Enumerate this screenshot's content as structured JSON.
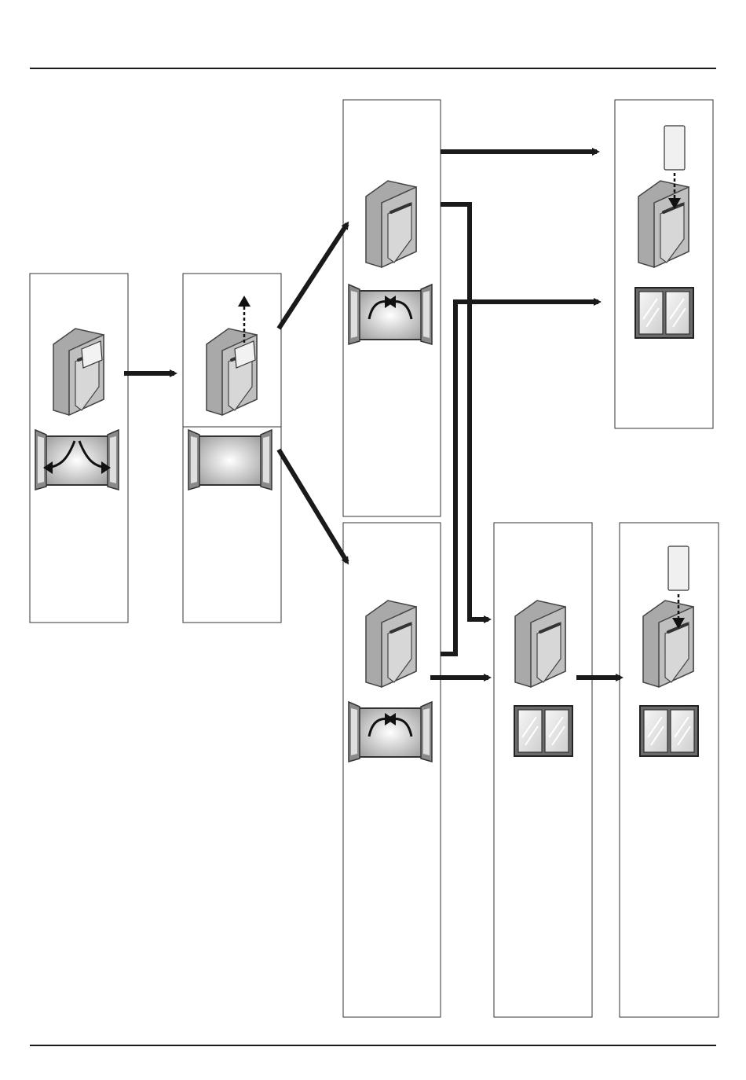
{
  "page": {
    "title": "",
    "background_color": "#ffffff",
    "line_color": "#1a1a1a",
    "switch_fill": "#bdbdbd",
    "switch_face": "#d4d4d4",
    "window_frame": "#555555",
    "glass_color": "#e8e8e8"
  },
  "panels": [
    {
      "id": "p1",
      "switch_state": "card-inserted",
      "window_state": "opening-outward"
    },
    {
      "id": "p2",
      "switch_state": "card-removed",
      "window_state": "open"
    },
    {
      "id": "p3",
      "switch_state": "empty",
      "window_state": "closing-inward"
    },
    {
      "id": "p4",
      "switch_state": "card-inserting",
      "window_state": "closed"
    },
    {
      "id": "p5",
      "switch_state": "empty",
      "window_state": "closing-inward"
    },
    {
      "id": "p6",
      "switch_state": "empty",
      "window_state": "closed"
    },
    {
      "id": "p7",
      "switch_state": "card-inserting",
      "window_state": "closed"
    }
  ],
  "icons": {
    "switch": "keycard-switch-icon",
    "window_open": "open-window-icon",
    "window_closed": "closed-window-icon",
    "card": "keycard-icon",
    "arrow": "flow-arrow-icon"
  }
}
